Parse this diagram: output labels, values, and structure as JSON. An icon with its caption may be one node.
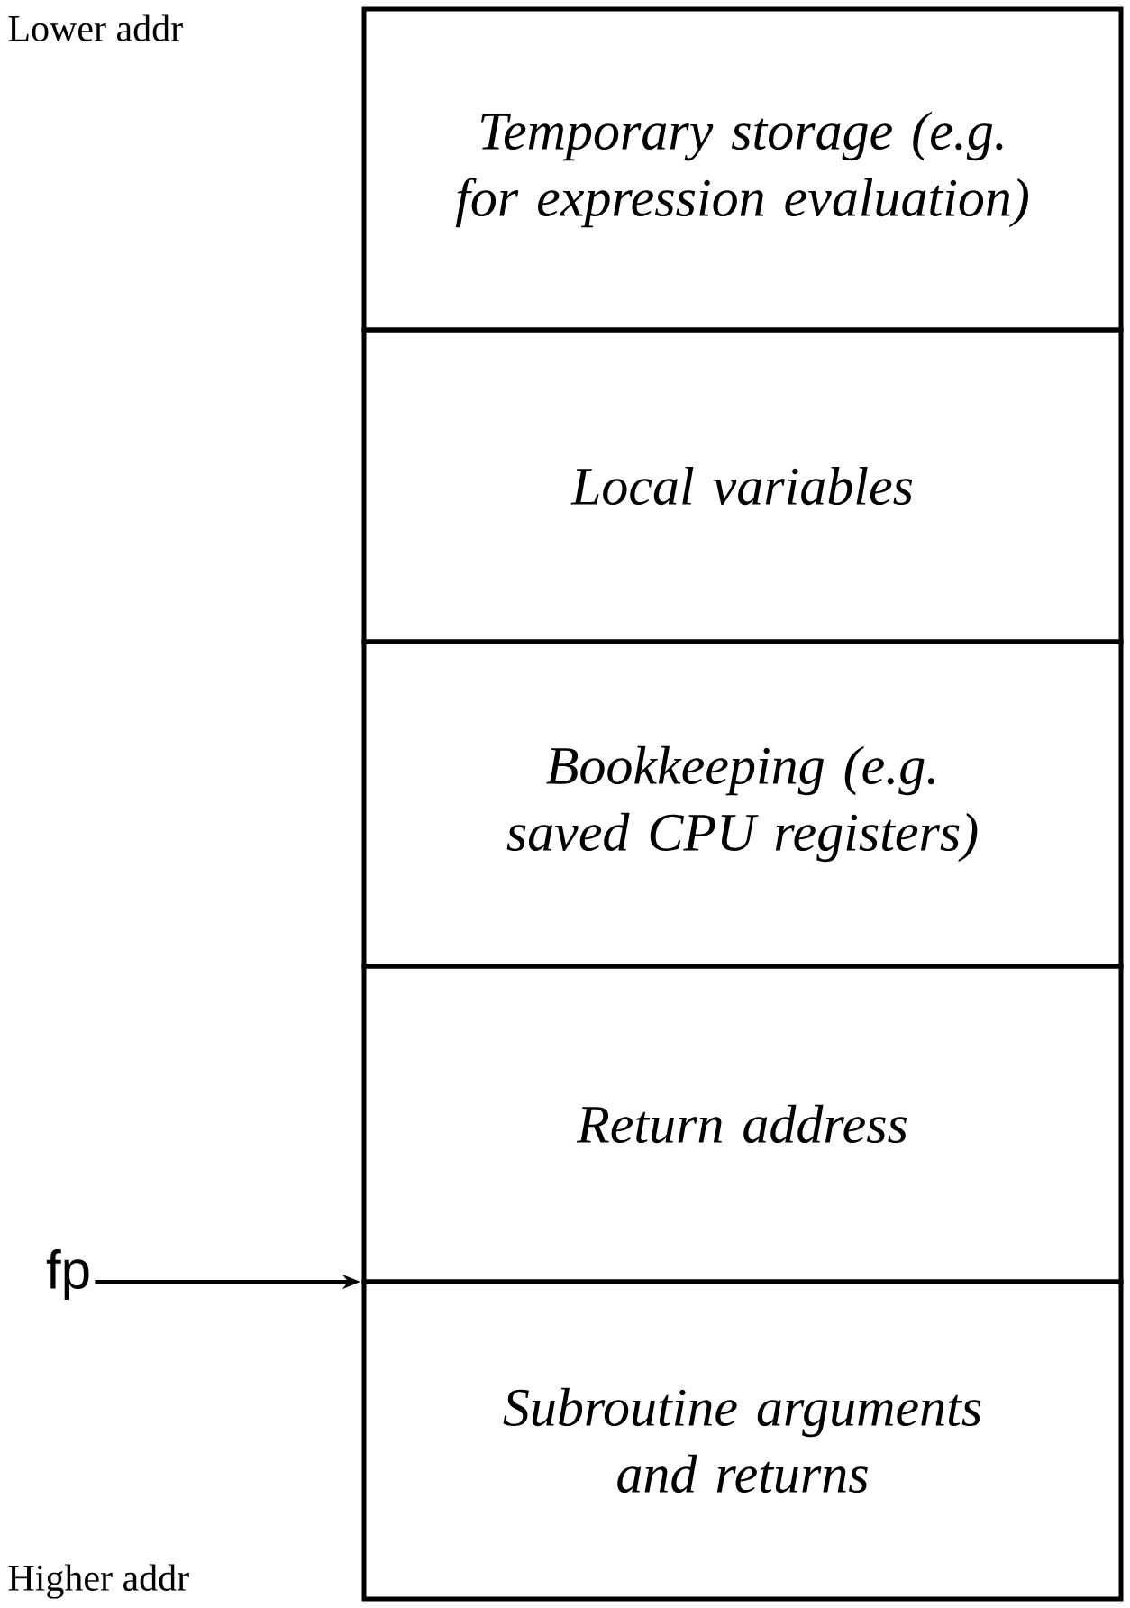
{
  "diagram": {
    "nodes": [
      {
        "text": [
          "Temporary storage (e.g. for expression evaluation)"
        ]
      },
      {
        "text": [
          "Local variables"
        ]
      },
      {
        "text": [
          "Bookkeeping (e.g. saved CPU registers)"
        ]
      },
      {
        "text": [
          "Return address"
        ]
      },
      {
        "text": [
          "Subroutine arguments and returns"
        ]
      },
      {
        "text": [
          "fp"
        ]
      }
    ],
    "edges": [
      {
        "from": 5,
        "to": 4,
        "arrow": "to"
      }
    ],
    "labels": [
      "Lower addr",
      "Higher addr"
    ]
  }
}
